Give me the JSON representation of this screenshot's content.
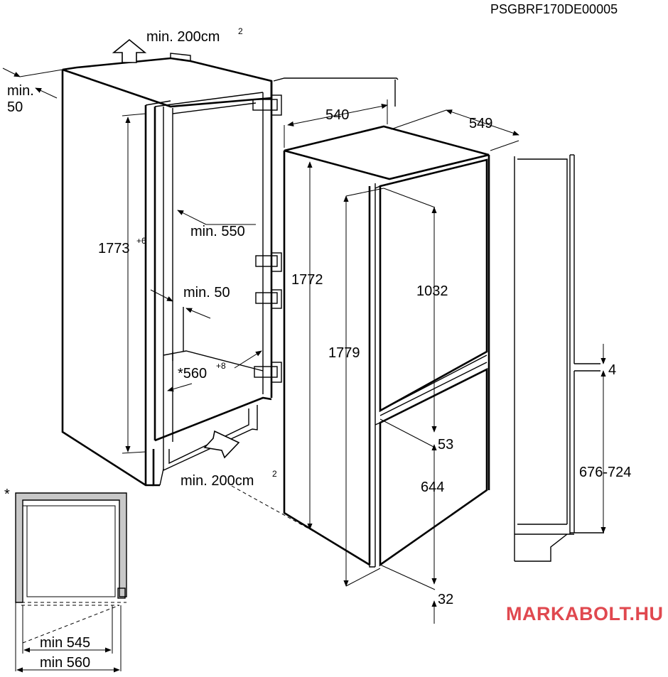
{
  "header": {
    "code": "PSGBRF170DE00005"
  },
  "watermark": {
    "text": "MARKABOLT.HU",
    "color": "#e0484f"
  },
  "niche": {
    "vent_top": "min. 200cm",
    "vent_top_sup": "2",
    "rear_gap_1": "min.",
    "rear_gap_2": "50",
    "height": "1773",
    "height_sup": "+6",
    "depth": "min. 550",
    "side_gap": "min. 50",
    "width": "*560",
    "width_sup": "+8",
    "vent_bottom": "min. 200cm",
    "vent_bottom_sup": "2"
  },
  "appliance": {
    "width": "540",
    "depth": "549",
    "body_height": "1772",
    "total_height": "1779",
    "upper_door": "1032",
    "door_gap": "53",
    "lower_door": "644",
    "bottom_gap": "32"
  },
  "side_view": {
    "gap": "4",
    "lower_door_range": "676-724"
  },
  "plan_view": {
    "asterisk": "*",
    "min_depth_1": "min 545",
    "min_depth_2": "min 560"
  },
  "icons": [
    "arrow-up-icon",
    "arrow-right-icon",
    "hinge-icon"
  ]
}
